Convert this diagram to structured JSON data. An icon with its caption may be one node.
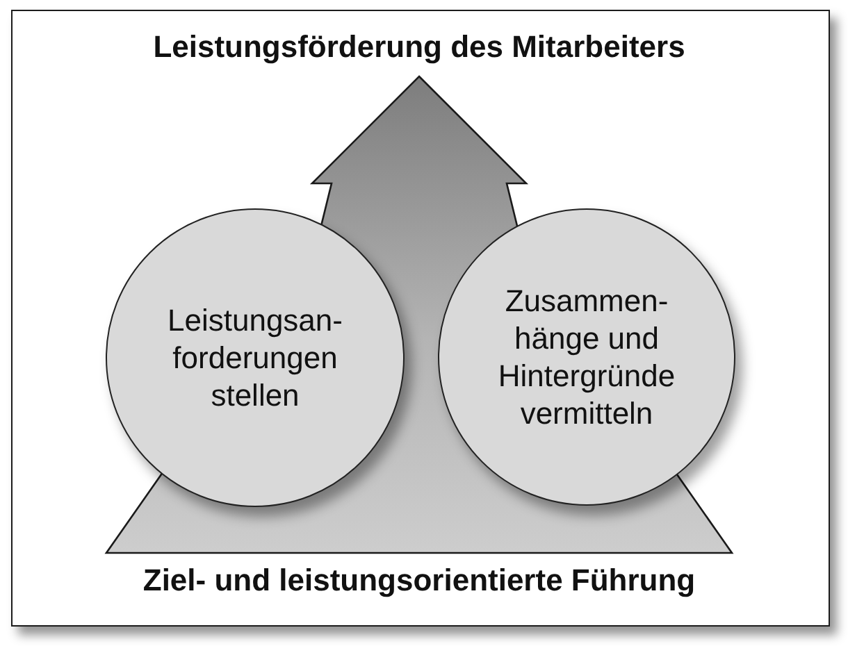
{
  "diagram": {
    "nodes": [
      {
        "text": [
          "Leistungsförderung des Mitarbeiters"
        ]
      },
      {
        "text": [
          "Leistungsan-forderungen stellen"
        ]
      },
      {
        "text": [
          "Zusammen-hänge und Hintergründe vermitteln"
        ]
      },
      {
        "text": [
          "Ziel- und leistungsorientierte Führung"
        ]
      }
    ],
    "edges": [
      {
        "from": 3,
        "to": 0,
        "arrow": "to"
      }
    ]
  }
}
